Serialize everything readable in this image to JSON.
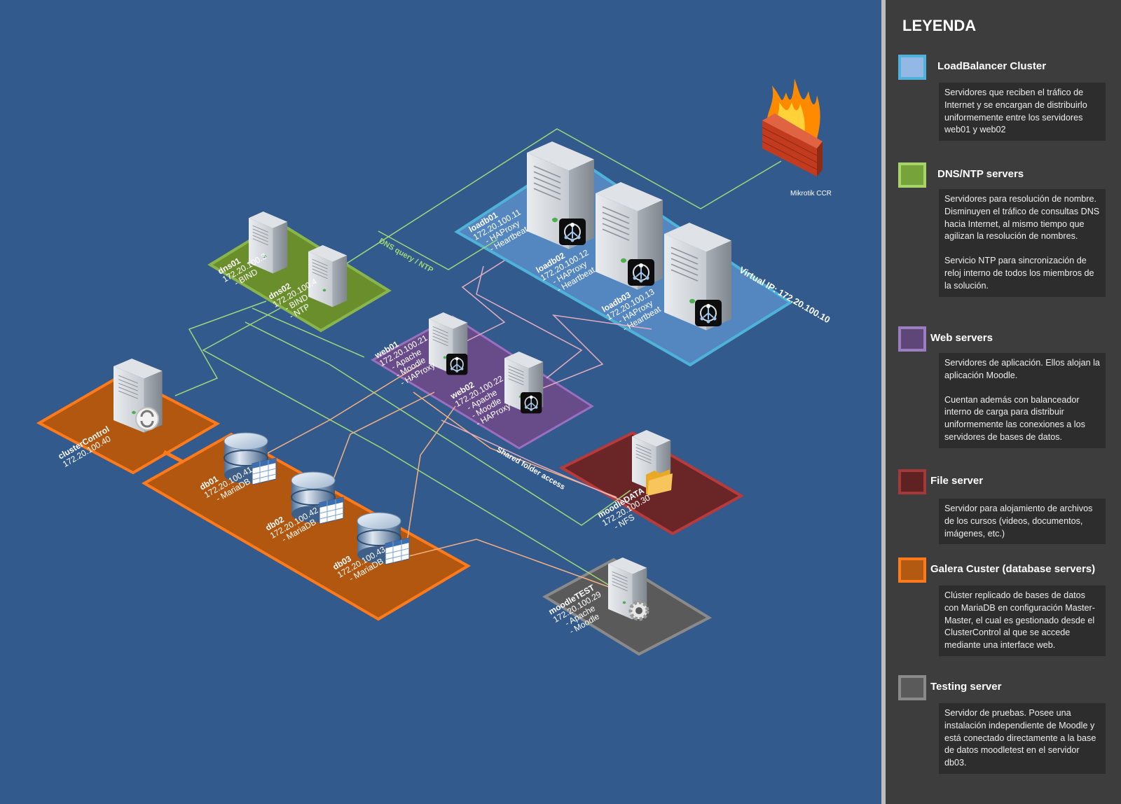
{
  "colors": {
    "background": "#335a8c",
    "loadbalancer": "#5b8ec9",
    "loadbalancer_border": "#4fb3d9",
    "dns": "#6b8e2c",
    "dns_border": "#89b64a",
    "web": "#6e4a8a",
    "web_border": "#9b6fbf",
    "file": "#6a2626",
    "file_border": "#b83a3a",
    "galera": "#b2570f",
    "galera_border": "#ff7a1a",
    "testing": "#5a5a5a",
    "testing_border": "#8a8a8a",
    "green_link": "#9ed87a",
    "pink_link": "#e4aec0",
    "orange_link": "#f4b183"
  },
  "nodes": {
    "dns01": {
      "name": "dns01",
      "ip": "172.20.100.3",
      "services": [
        "- BIND"
      ]
    },
    "dns02": {
      "name": "dns02",
      "ip": "172.20.100.4",
      "services": [
        "- BIND",
        "- NTP"
      ]
    },
    "loadb01": {
      "name": "loadb01",
      "ip": "172.20.100.11",
      "services": [
        "- HAProxy",
        "- Heartbeat"
      ]
    },
    "loadb02": {
      "name": "loadb02",
      "ip": "172.20.100.12",
      "services": [
        "- HAProxy",
        "- Heartbeat"
      ]
    },
    "loadb03": {
      "name": "loadb03",
      "ip": "172.20.100.13",
      "services": [
        "- HAProxy",
        "- Heartbeat"
      ]
    },
    "web01": {
      "name": "web01",
      "ip": "172.20.100.21",
      "services": [
        "- Apache",
        "- Moodle",
        "- HAProxy"
      ]
    },
    "web02": {
      "name": "web02",
      "ip": "172.20.100.22",
      "services": [
        "- Apache",
        "- Moodle",
        "- HAProxy"
      ]
    },
    "clusterControl": {
      "name": "clusterControl",
      "ip": "172.20.100.40",
      "services": []
    },
    "db01": {
      "name": "db01",
      "ip": "172.20.100.41",
      "services": [
        "- MariaDB"
      ]
    },
    "db02": {
      "name": "db02",
      "ip": "172.20.100.42",
      "services": [
        "- MariaDB"
      ]
    },
    "db03": {
      "name": "db03",
      "ip": "172.20.100.43",
      "services": [
        "- MariaDB"
      ]
    },
    "moodleDATA": {
      "name": "moodleDATA",
      "ip": "172.20.100.30",
      "services": [
        "- NFS"
      ]
    },
    "moodleTEST": {
      "name": "moodleTEST",
      "ip": "172.20.100.29",
      "services": [
        "- Apache",
        "- Moodle"
      ]
    }
  },
  "firewall": {
    "label": "Mikrotik CCR",
    "icon": "firewall-icon"
  },
  "virtual_ip": "Virtual IP: 172.20.100.10",
  "connection_labels": {
    "dns": "DNS query / NTP",
    "shared": "Shared folder access"
  },
  "legend": {
    "title": "LEYENDA",
    "items": [
      {
        "name": "LoadBalancer Cluster",
        "color": "#94b8e6",
        "border": "#4fb3d9",
        "desc": [
          "Servidores que reciben el tráfico de Internet y se encargan de distribuirlo uniformemente entre los servidores web01 y web02"
        ]
      },
      {
        "name": "DNS/NTP servers",
        "color": "#76a33a",
        "border": "#a8d26a",
        "desc": [
          "Servidores para resolución de nombre. Disminuyen el tráfico de consultas DNS hacia Internet, al mismo tiempo que agilizan la resolución de nombres.",
          "Servicio NTP para sincronización de reloj interno de todos los miembros de la solución."
        ]
      },
      {
        "name": "Web servers",
        "color": "#5e4679",
        "border": "#9b7ec0",
        "desc": [
          "Servidores de aplicación. Ellos alojan la aplicación Moodle.",
          "Cuentan además con balanceador interno de carga para distribuir uniformemente las conexiones a los servidores de bases de datos."
        ]
      },
      {
        "name": "File server",
        "color": "#5e2222",
        "border": "#a13a3a",
        "desc": [
          "Servidor para alojamiento de archivos de los cursos (videos, documentos, imágenes, etc.)"
        ]
      },
      {
        "name": "Galera Custer (database servers)",
        "color": "#b35a12",
        "border": "#ff7a1a",
        "desc": [
          "Clúster replicado de bases de datos con MariaDB en configuración Master-Master, el cual es gestionado desde el ClusterControl al que se accede mediante una interface web."
        ]
      },
      {
        "name": "Testing server",
        "color": "#5a5a5a",
        "border": "#8a8a8a",
        "desc": [
          "Servidor de pruebas. Posee una instalación independiente de Moodle y está conectado directamente a la base de datos moodletest en el servidor db03."
        ]
      }
    ]
  }
}
